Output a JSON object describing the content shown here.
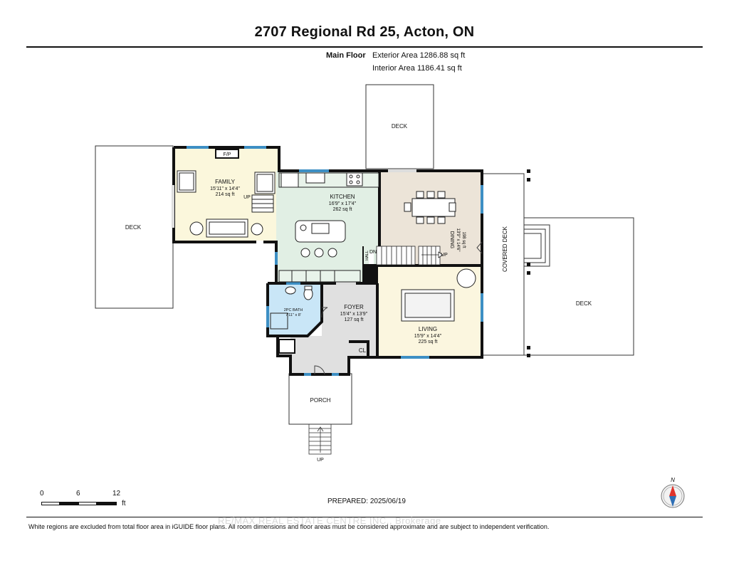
{
  "header": {
    "title": "2707 Regional Rd 25, Acton, ON",
    "floor_label": "Main Floor",
    "exterior_area": "Exterior Area 1286.88 sq ft",
    "interior_area": "Interior Area 1186.41 sq ft"
  },
  "rooms": {
    "family": {
      "name": "FAMILY",
      "dims": "15'11\" x 14'4\"",
      "area": "214 sq ft"
    },
    "kitchen": {
      "name": "KITCHEN",
      "dims": "16'9\" x 17'4\"",
      "area": "262 sq ft"
    },
    "dining": {
      "name": "DINING",
      "dims": "13'9\" x 14'6\"",
      "area": "198 sq ft"
    },
    "foyer": {
      "name": "FOYER",
      "dims": "15'4\" x 13'9\"",
      "area": "127 sq ft"
    },
    "living": {
      "name": "LIVING",
      "dims": "15'9\" x 14'4\"",
      "area": "225 sq ft"
    },
    "bath": {
      "name": "2PC BATH",
      "dims": "7'11\" x 8'"
    }
  },
  "labels": {
    "deck": "DECK",
    "covered_deck": "COVERED DECK",
    "porch": "PORCH",
    "up": "UP",
    "dn": "DN",
    "hall": "HALL",
    "fp": "F/P",
    "cl": "CL",
    "north": "N"
  },
  "scale": {
    "t0": "0",
    "t1": "6",
    "t2": "12",
    "unit": "ft"
  },
  "footer": {
    "prepared": "PREPARED: 2025/06/19",
    "disclaimer": "White regions are excluded from total floor area in iGUIDE floor plans. All room dimensions and floor areas must be considered approximate and are subject to independent verification.",
    "watermark": "RE/MAX REAL ESTATE CENTRE INC., Brokerage"
  },
  "colors": {
    "family": "#fbf7dc",
    "kitchen": "#e1efe4",
    "dining": "#ece4d8",
    "foyer": "#e0e0e0",
    "living": "#fbf6df",
    "bath": "#c9e6f7",
    "window": "#3d8fc4",
    "wall": "#111111"
  }
}
